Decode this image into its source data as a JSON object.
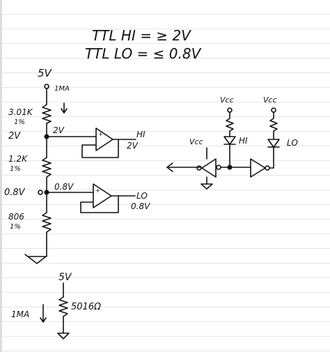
{
  "header": {
    "ttl_hi": "TTL HI = ≥ 2V",
    "ttl_lo": "TTL LO = ≤ 0.8V"
  },
  "divider_circuit": {
    "supply_label": "5V",
    "current_label": "1MA",
    "r1_label": "3.01K",
    "r1_tolerance": "1%",
    "node_hi_left_label": "2V",
    "node_hi_label": "2V",
    "r2_label": "1.2K",
    "r2_tolerance": "1%",
    "node_lo_left_label": "0.8V",
    "node_lo_label": "0.8V",
    "r3_label": "806",
    "r3_tolerance": "1%"
  },
  "comparators": {
    "hi_output_label": "HI",
    "hi_output_value": "2V",
    "lo_output_label": "LO",
    "lo_output_value": "0.8V"
  },
  "led_logic": {
    "vcc_left": "Vcc",
    "vcc_mid": "Vcc",
    "vcc_right": "Vcc",
    "led_hi_label": "HI",
    "led_lo_label": "LO"
  },
  "single_resistor": {
    "supply_label": "5V",
    "current_label": "1MA",
    "resistor_label": "5016Ω"
  }
}
